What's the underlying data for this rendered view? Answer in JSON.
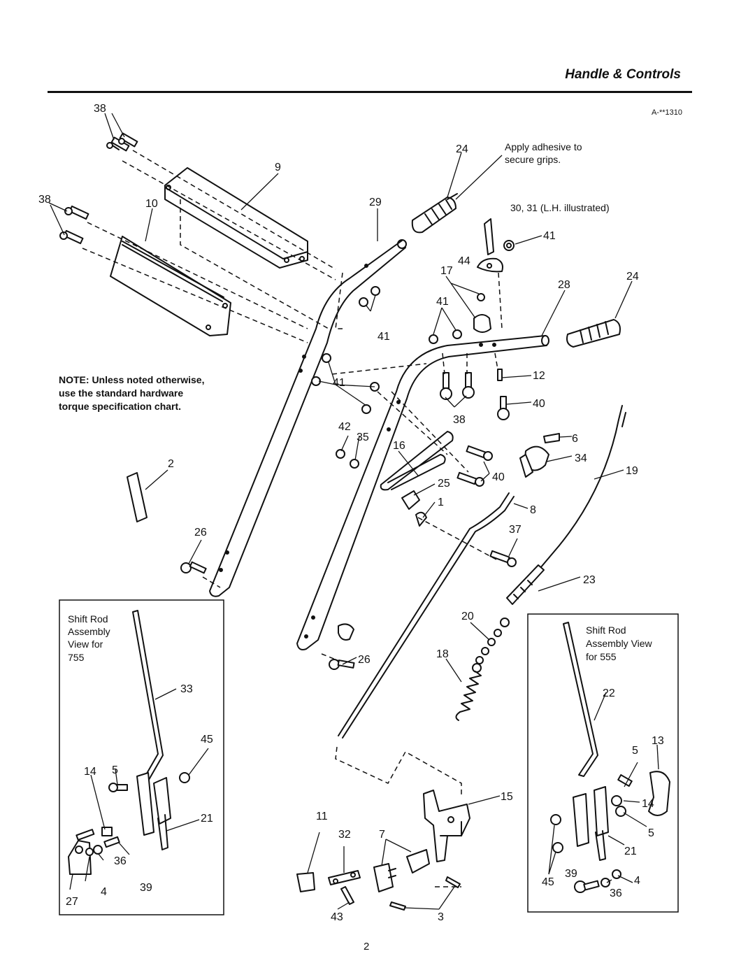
{
  "header": {
    "title": "Handle & Controls",
    "drawing_code": "A-**1310"
  },
  "notes": {
    "adhesive": [
      "Apply adhesive to",
      "secure grips."
    ],
    "lh_illustrated": "30, 31 (L.H. illustrated)",
    "torque": [
      "NOTE: Unless noted otherwise,",
      "use the standard hardware",
      "torque specification chart."
    ]
  },
  "insets": {
    "left": [
      "Shift Rod",
      "Assembly",
      "View for",
      "755"
    ],
    "right": [
      "Shift Rod",
      "Assembly View",
      "for 555"
    ]
  },
  "callouts": {
    "c38a": "38",
    "c38b": "38",
    "c38c": "38",
    "c9": "9",
    "c10": "10",
    "c29": "29",
    "c24a": "24",
    "c24b": "24",
    "c41a": "41",
    "c41b": "41",
    "c41c": "41",
    "c41d": "41",
    "c44": "44",
    "c17": "17",
    "c28": "28",
    "c12": "12",
    "c40a": "40",
    "c40b": "40",
    "c42": "42",
    "c35": "35",
    "c16": "16",
    "c25": "25",
    "c1": "1",
    "c6": "6",
    "c34": "34",
    "c19": "19",
    "c2": "2",
    "c8": "8",
    "c37": "37",
    "c26a": "26",
    "c26b": "26",
    "c23": "23",
    "c20": "20",
    "c18": "18",
    "c33": "33",
    "c45a": "45",
    "c5a": "5",
    "c14a": "14",
    "c21a": "21",
    "c36a": "36",
    "c39a": "39",
    "c4a": "4",
    "c27": "27",
    "c22": "22",
    "c13": "13",
    "c5b": "5",
    "c14b": "14",
    "c5c": "5",
    "c21b": "21",
    "c45b": "45",
    "c39b": "39",
    "c4b": "4",
    "c36b": "36",
    "c11": "11",
    "c32": "32",
    "c7": "7",
    "c15": "15",
    "c43": "43",
    "c3": "3"
  },
  "footer": {
    "page_number": "2"
  }
}
